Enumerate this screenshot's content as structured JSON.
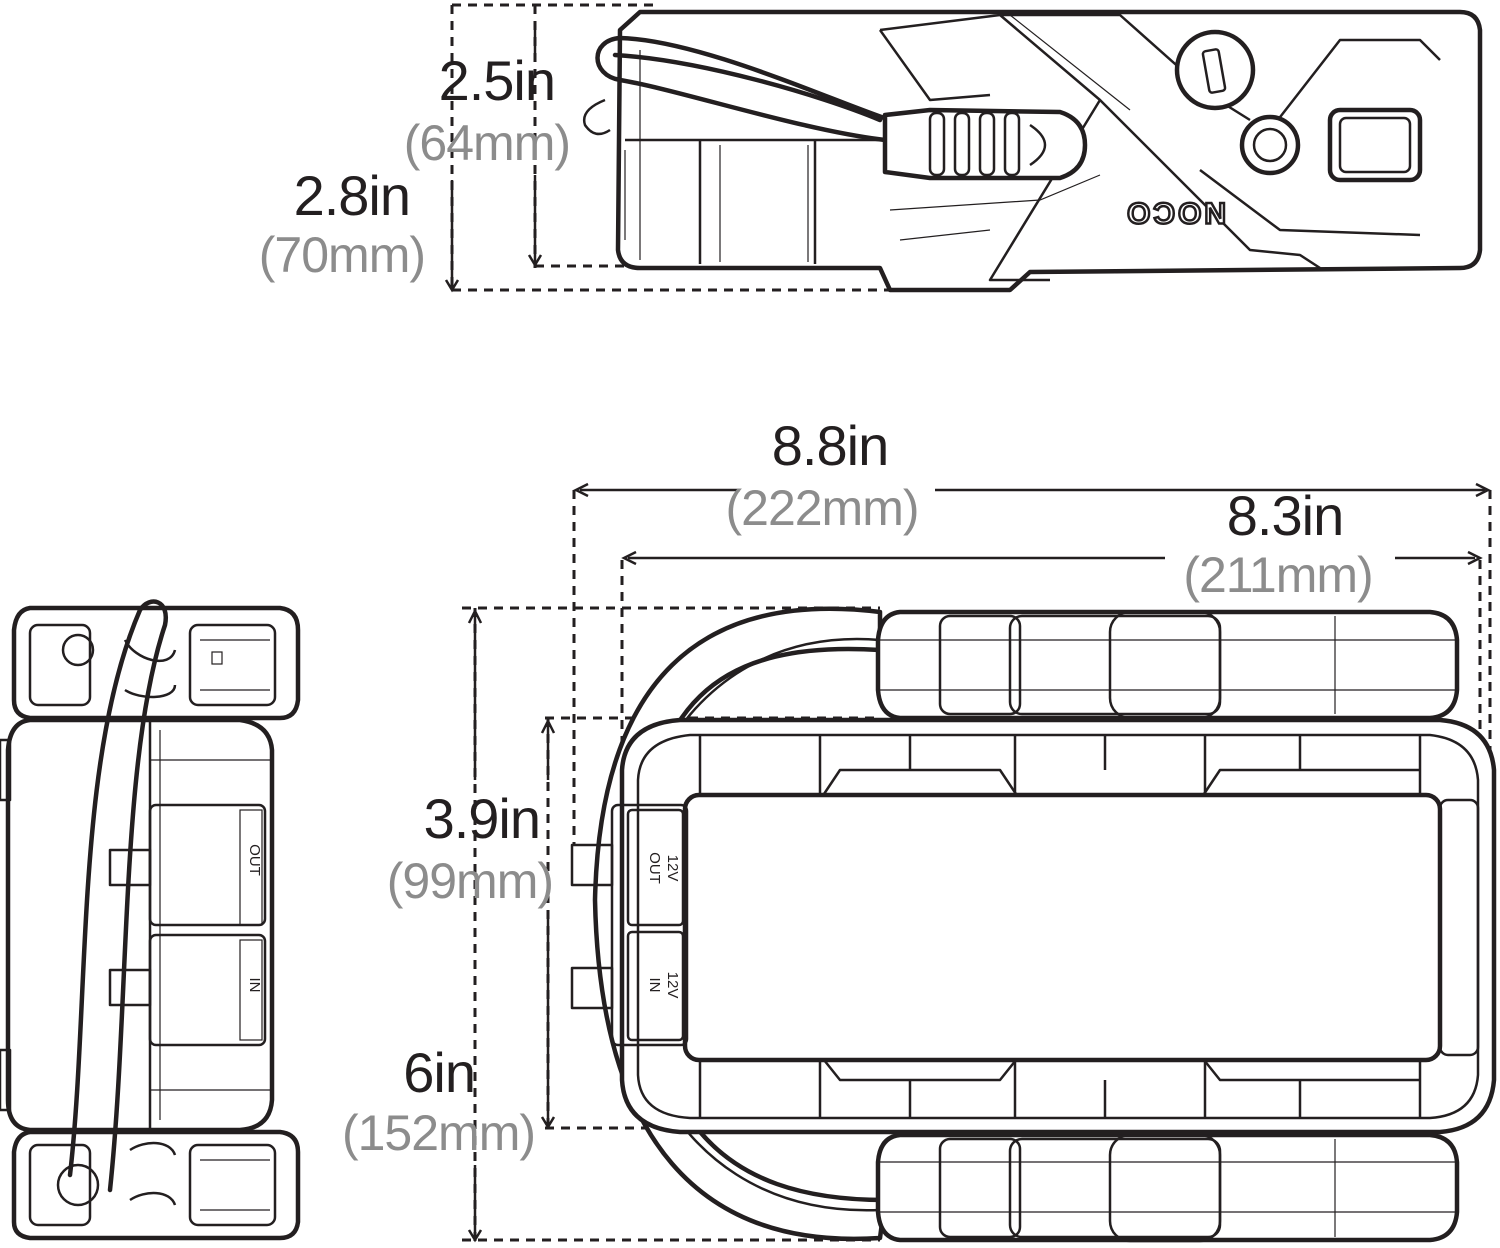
{
  "brand": {
    "logo_text": "NOCO"
  },
  "port_labels": {
    "out": "OUT",
    "in": "IN",
    "out_voltage": "12V",
    "in_voltage": "12V"
  },
  "dimensions": {
    "side_view_height_a": {
      "in": "2.5in",
      "mm": "(64mm)"
    },
    "side_view_height_b": {
      "in": "2.8in",
      "mm": "(70mm)"
    },
    "top_view_length_a": {
      "in": "8.8in",
      "mm": "(222mm)"
    },
    "top_view_length_b": {
      "in": "8.3in",
      "mm": "(211mm)"
    },
    "top_view_width_a": {
      "in": "3.9in",
      "mm": "(99mm)"
    },
    "top_view_width_b": {
      "in": "6in",
      "mm": "(152mm)"
    }
  },
  "colors": {
    "line": "#231f20",
    "metric_text": "#8c8c8c",
    "background": "#ffffff"
  }
}
